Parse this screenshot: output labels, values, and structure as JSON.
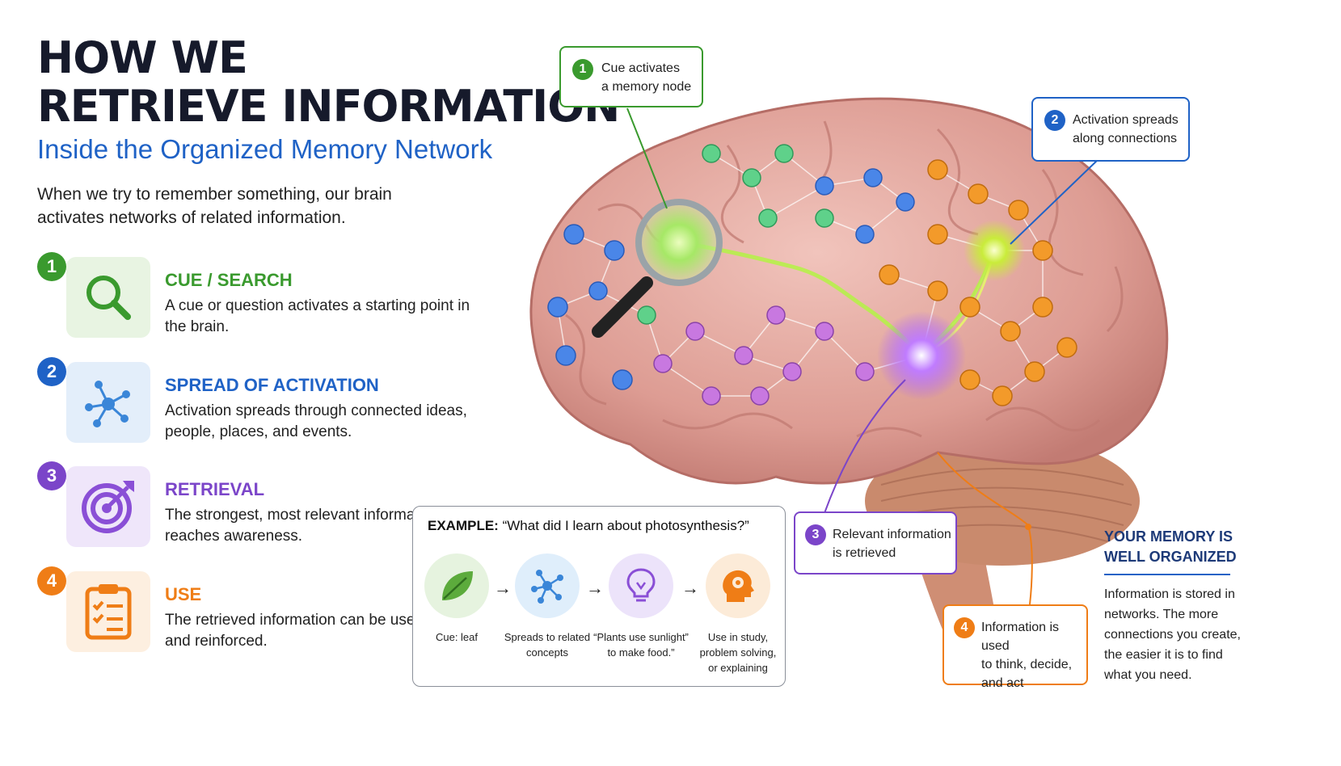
{
  "header": {
    "title_line1": "HOW WE",
    "title_line2": "RETRIEVE INFORMATION",
    "subtitle": "Inside the Organized Memory Network",
    "intro": "When we try to remember something, our brain activates networks of related information."
  },
  "steps": [
    {
      "number": "1",
      "title": "CUE / SEARCH",
      "description": "A cue or question activates a starting point in the brain.",
      "icon": "magnifier-icon",
      "color": "#3a9a2e",
      "tile": "#e8f4e2"
    },
    {
      "number": "2",
      "title": "SPREAD OF ACTIVATION",
      "description": "Activation spreads through connected ideas, people, places, and events.",
      "icon": "network-icon",
      "color": "#1f62c6",
      "tile": "#e3eefa"
    },
    {
      "number": "3",
      "title": "RETRIEVAL",
      "description": "The strongest, most relevant information reaches awareness.",
      "icon": "target-icon",
      "color": "#7b45c9",
      "tile": "#efe6fa"
    },
    {
      "number": "4",
      "title": "USE",
      "description": "The retrieved information can be used, applied, and reinforced.",
      "icon": "clipboard-icon",
      "color": "#ef7d16",
      "tile": "#fdefe0"
    }
  ],
  "callouts": [
    {
      "number": "1",
      "line1": "Cue activates",
      "line2": "a memory node",
      "color": "#3a9a2e"
    },
    {
      "number": "2",
      "line1": "Activation spreads",
      "line2": "along connections",
      "color": "#1f62c6"
    },
    {
      "number": "3",
      "line1": "Relevant information",
      "line2": "is retrieved",
      "color": "#7b45c9"
    },
    {
      "number": "4",
      "line1": "Information is used",
      "line2": "to think, decide,",
      "line3": "and act",
      "color": "#ef7d16"
    }
  ],
  "example": {
    "label": "EXAMPLE:",
    "question": "“What did I learn about photosynthesis?”",
    "items": [
      {
        "line1": "Cue: leaf",
        "line2": "",
        "line3": "",
        "icon": "leaf-icon",
        "color": "#e6f3df"
      },
      {
        "line1": "Spreads to related",
        "line2": "concepts",
        "line3": "",
        "icon": "network-icon",
        "color": "#dfeefb"
      },
      {
        "line1": "“Plants use sunlight”",
        "line2": "to make food.”",
        "line3": "",
        "icon": "lightbulb-icon",
        "color": "#ece3fa"
      },
      {
        "line1": "Use in study,",
        "line2": "problem solving,",
        "line3": "or explaining",
        "icon": "head-gear-icon",
        "color": "#fcebd8"
      }
    ],
    "arrow": "→"
  },
  "summary": {
    "title_line1": "YOUR MEMORY IS",
    "title_line2": "WELL ORGANIZED",
    "text": "Information is stored in networks. The more connections you create, the easier it is to find what you need."
  },
  "colors": {
    "green": "#3a9a2e",
    "blue": "#1f62c6",
    "purple": "#7b45c9",
    "orange": "#ef7d16",
    "brain": "#e3a9a1"
  }
}
